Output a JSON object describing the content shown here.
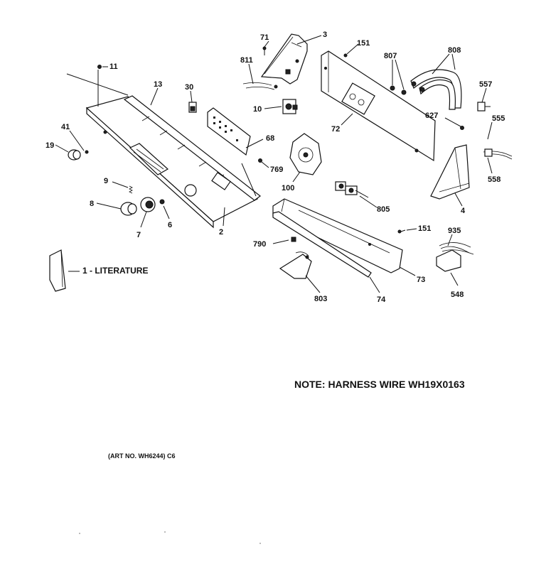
{
  "callouts": {
    "c71": "71",
    "c3": "3",
    "c151a": "151",
    "c807": "807",
    "c808": "808",
    "c811": "811",
    "c11": "11",
    "c13": "13",
    "c30": "30",
    "c10": "10",
    "c557": "557",
    "c41": "41",
    "c19": "19",
    "c68": "68",
    "c72": "72",
    "c627": "627",
    "c555": "555",
    "c558": "558",
    "c769": "769",
    "c100": "100",
    "c9": "9",
    "c8": "8",
    "c6": "6",
    "c7": "7",
    "c2": "2",
    "c805": "805",
    "c4": "4",
    "c151b": "151",
    "c935": "935",
    "c790": "790",
    "c73": "73",
    "c548": "548",
    "c803": "803",
    "c74": "74"
  },
  "literature_label": "1 - LITERATURE",
  "note": "NOTE: HARNESS WIRE WH19X0163",
  "art_number": "(ART NO. WH6244) C6"
}
